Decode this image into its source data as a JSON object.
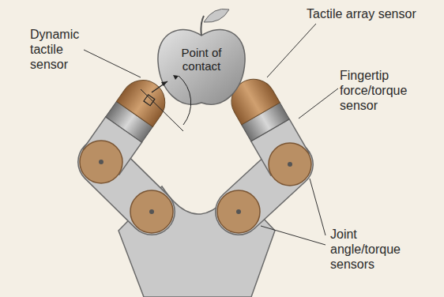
{
  "diagram": {
    "nodes": [
      {
        "text": [
          "Point of contact"
        ]
      }
    ],
    "labels": [
      "Dynamic tactile sensor",
      "Tactile array sensor",
      "Fingertip force/torque sensor",
      "Joint angle/torque sensors"
    ]
  }
}
